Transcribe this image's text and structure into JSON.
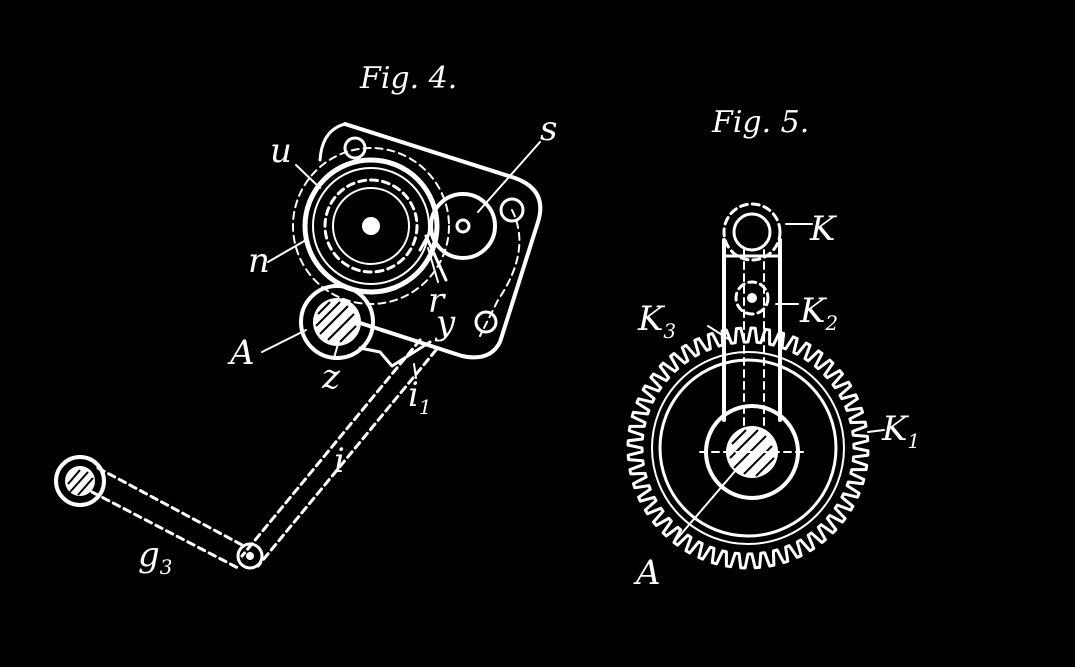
{
  "figures": [
    {
      "title": "Fig. 4.",
      "labels": {
        "u": "u",
        "s": "s",
        "n": "n",
        "r": "r",
        "A": "A",
        "z": "z",
        "i1": "i",
        "i1_sub": "1",
        "i": "i",
        "g3": "g",
        "g3_sub": "3",
        "y": "y"
      }
    },
    {
      "title": "Fig. 5.",
      "labels": {
        "K": "K",
        "K3": "K",
        "K3_sub": "3",
        "K2": "K",
        "K2_sub": "2",
        "K1": "K",
        "K1_sub": "1",
        "A": "A"
      }
    }
  ],
  "colors": {
    "background": "#000000",
    "ink": "#ffffff"
  }
}
